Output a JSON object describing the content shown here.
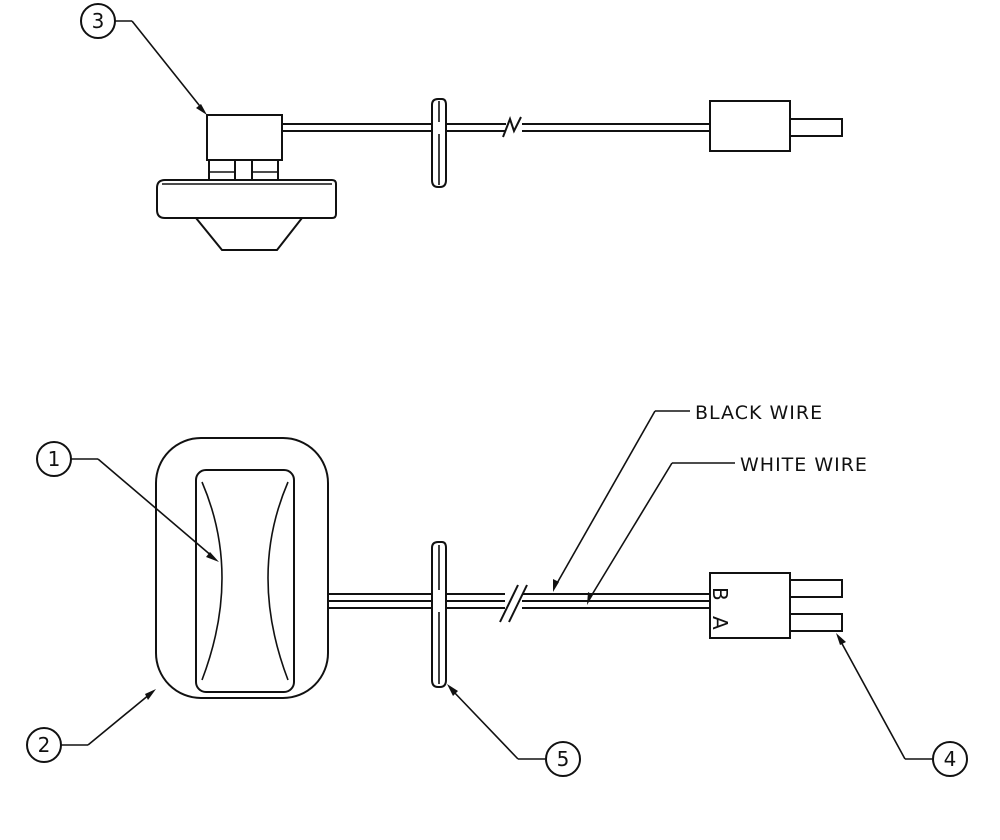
{
  "callouts": {
    "c1": "1",
    "c2": "2",
    "c3": "3",
    "c4": "4",
    "c5": "5"
  },
  "labels": {
    "black_wire": "BLACK WIRE",
    "white_wire": "WHITE WIRE"
  },
  "connector_pins": {
    "pin_b": "B",
    "pin_a": "A"
  },
  "colors": {
    "line": "#111111",
    "background": "#ffffff"
  }
}
